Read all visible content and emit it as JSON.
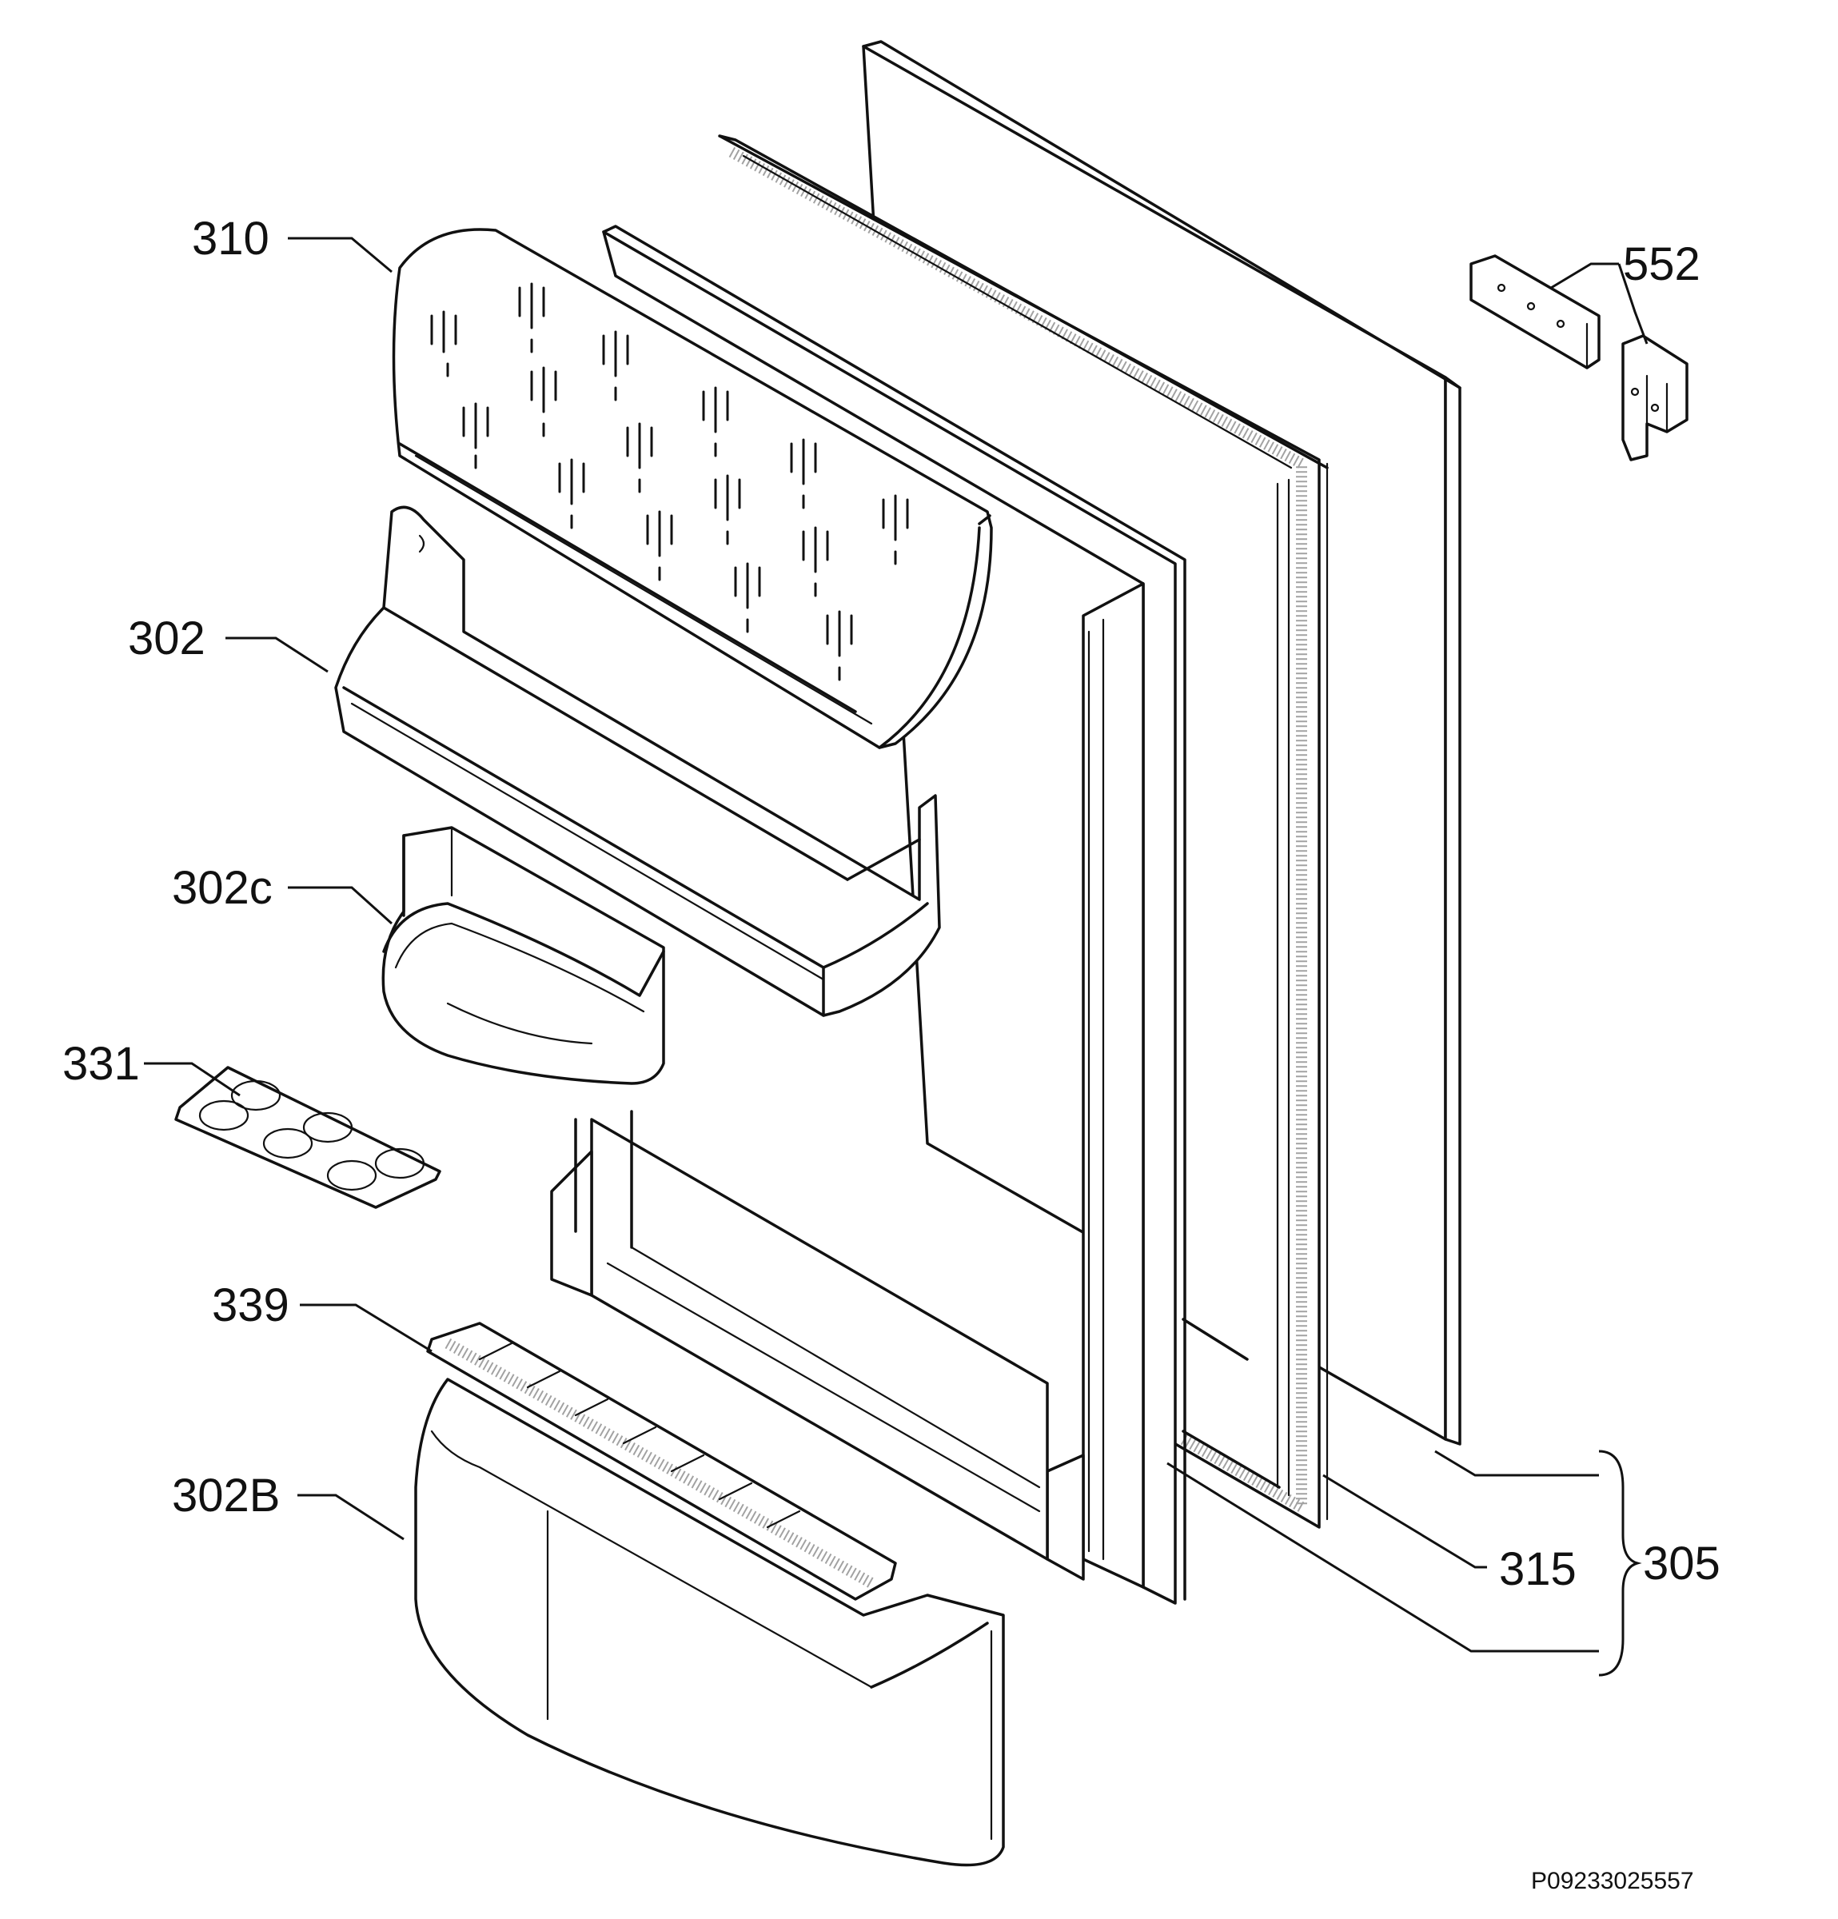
{
  "parts": {
    "p310": {
      "label": "310"
    },
    "p552": {
      "label": "552"
    },
    "p302": {
      "label": "302"
    },
    "p302c": {
      "label": "302c"
    },
    "p331": {
      "label": "331"
    },
    "p339": {
      "label": "339"
    },
    "p302b": {
      "label": "302B"
    },
    "p315": {
      "label": "315"
    },
    "p305": {
      "label": "305"
    }
  },
  "drawing_reference": "P09233025557"
}
